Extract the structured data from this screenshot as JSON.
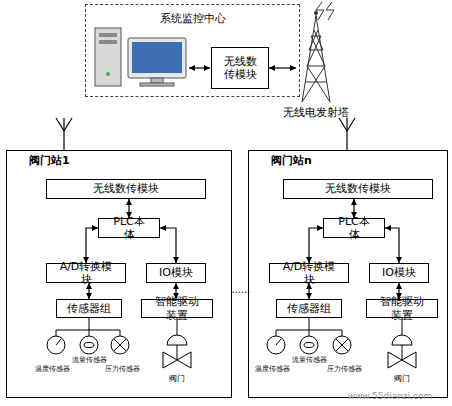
{
  "diagram": {
    "nodes": [
      {
        "text": [
          "系统监控中心"
        ]
      },
      {
        "text": [
          "无线数传模块"
        ],
        "in": 0
      },
      {
        "text": [
          "无线电发射塔"
        ]
      },
      {
        "text": [
          "阀门站1"
        ]
      },
      {
        "text": [
          "无线数传模块"
        ],
        "in": 3
      },
      {
        "text": [
          "PLC本体"
        ],
        "in": 3
      },
      {
        "text": [
          "A/D转换模块"
        ],
        "in": 3
      },
      {
        "text": [
          "IO模块"
        ],
        "in": 3
      },
      {
        "text": [
          "传感器组"
        ],
        "in": 3
      },
      {
        "text": [
          "智能驱动装置"
        ],
        "in": 3
      },
      {
        "text": [
          "阀门站n"
        ]
      },
      {
        "text": [
          "无线数传模块"
        ],
        "in": 10
      },
      {
        "text": [
          "PLC本体"
        ],
        "in": 10
      },
      {
        "text": [
          "A/D转换模块"
        ],
        "in": 10
      },
      {
        "text": [
          "IO模块"
        ],
        "in": 10
      },
      {
        "text": [
          "传感器组"
        ],
        "in": 10
      },
      {
        "text": [
          "智能驱动装置"
        ],
        "in": 10
      }
    ],
    "edges": [
      {
        "from": 1,
        "to": 2,
        "arrow": "both"
      },
      {
        "from": 4,
        "to": 5,
        "arrow": "both"
      },
      {
        "from": 5,
        "to": 6,
        "arrow": "both"
      },
      {
        "from": 5,
        "to": 7,
        "arrow": "both"
      },
      {
        "from": 6,
        "to": 8,
        "arrow": "both"
      },
      {
        "from": 7,
        "to": 9,
        "arrow": "both"
      },
      {
        "from": 11,
        "to": 12,
        "arrow": "both"
      },
      {
        "from": 12,
        "to": 13,
        "arrow": "both"
      },
      {
        "from": 12,
        "to": 14,
        "arrow": "both"
      },
      {
        "from": 13,
        "to": 15,
        "arrow": "both"
      },
      {
        "from": 14,
        "to": 16,
        "arrow": "both"
      }
    ],
    "labels": [
      "温度传感器",
      "流量传感器",
      "压力传感器",
      "阀门",
      "温度传感器",
      "流量传感器",
      "压力传感器",
      "阀门",
      "......",
      "www.55dianzi.com"
    ]
  }
}
